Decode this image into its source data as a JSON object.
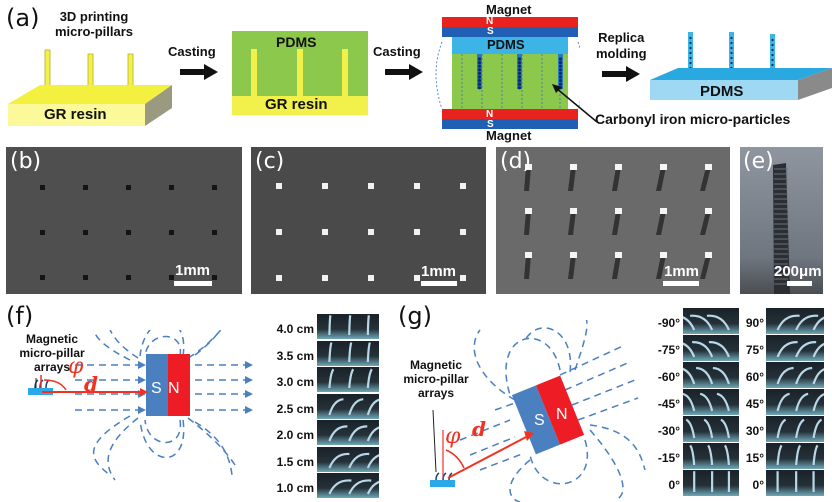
{
  "panel_a": {
    "label": "(a)",
    "step1_title_line1": "3D printing",
    "step1_title_line2": "micro-pillars",
    "step1_base": "GR resin",
    "arrow1_label": "Casting",
    "step2_top": "PDMS",
    "step2_base": "GR resin",
    "arrow2_label": "Casting",
    "magnet_top": "Magnet",
    "magnet_bottom": "Magnet",
    "pole_n": "N",
    "pole_s": "S",
    "step3_pdms": "PDMS",
    "particles_label": "Carbonyl iron micro-particles",
    "arrow3_label_line1": "Replica",
    "arrow3_label_line2": "molding",
    "step4_base": "PDMS"
  },
  "panel_b": {
    "label": "(b)",
    "scale": "1mm"
  },
  "panel_c": {
    "label": "(c)",
    "scale": "1mm"
  },
  "panel_d": {
    "label": "(d)",
    "scale": "1mm"
  },
  "panel_e": {
    "label": "(e)",
    "scale": "200μm"
  },
  "panel_f": {
    "label": "(f)",
    "arrays_line1": "Magnetic",
    "arrays_line2": "micro-pillar",
    "arrays_line3": "arrays",
    "phi": "φ",
    "d": "d",
    "pole_s": "S",
    "pole_n": "N",
    "distances": [
      "4.0 cm",
      "3.5 cm",
      "3.0 cm",
      "2.5 cm",
      "2.0 cm",
      "1.5 cm",
      "1.0 cm"
    ]
  },
  "panel_g": {
    "label": "(g)",
    "arrays_line1": "Magnetic",
    "arrays_line2": "micro-pillar",
    "arrays_line3": "arrays",
    "phi": "φ",
    "d": "d",
    "pole_s": "S",
    "pole_n": "N",
    "angles_left": [
      "-90°",
      "-75°",
      "-60°",
      "-45°",
      "-30°",
      "-15°",
      "0°"
    ],
    "angles_right": [
      "90°",
      "75°",
      "60°",
      "45°",
      "30°",
      "15°",
      "0°"
    ]
  },
  "colors": {
    "resin_yellow": "#f2f04a",
    "pdms_green": "#8cc84b",
    "pdms_blue": "#3cb4e6",
    "magnet_red": "#e8231f",
    "magnet_blue": "#1f5fb4",
    "field_line": "#4a7fc0"
  }
}
